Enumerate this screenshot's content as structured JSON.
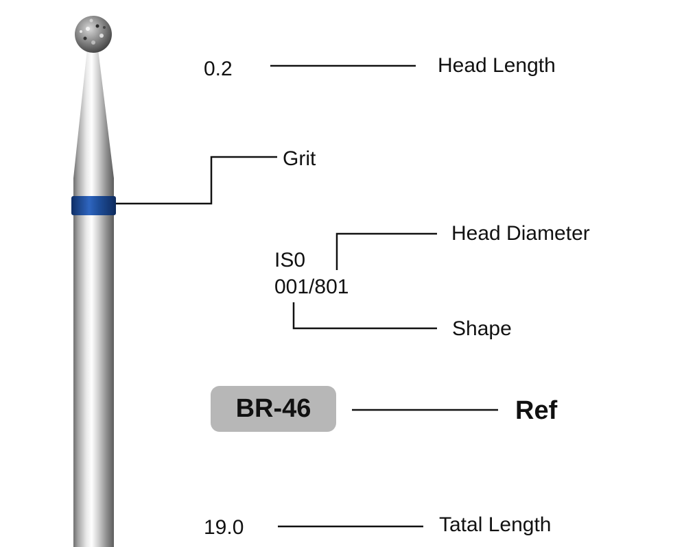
{
  "product": {
    "name": "dental diamond bur",
    "band_color": "#1f4f9c",
    "head_style": "diamond-coated ball"
  },
  "labels": {
    "head_length": "Head Length",
    "grit": "Grit",
    "head_diameter": "Head Diameter",
    "shape": "Shape",
    "ref": "Ref",
    "total_length": "Tatal Length"
  },
  "values": {
    "head_length": "0.2",
    "iso_line1": "IS0",
    "iso_line2": "001/801",
    "ref_code": "BR-46",
    "total_length": "19.0"
  }
}
